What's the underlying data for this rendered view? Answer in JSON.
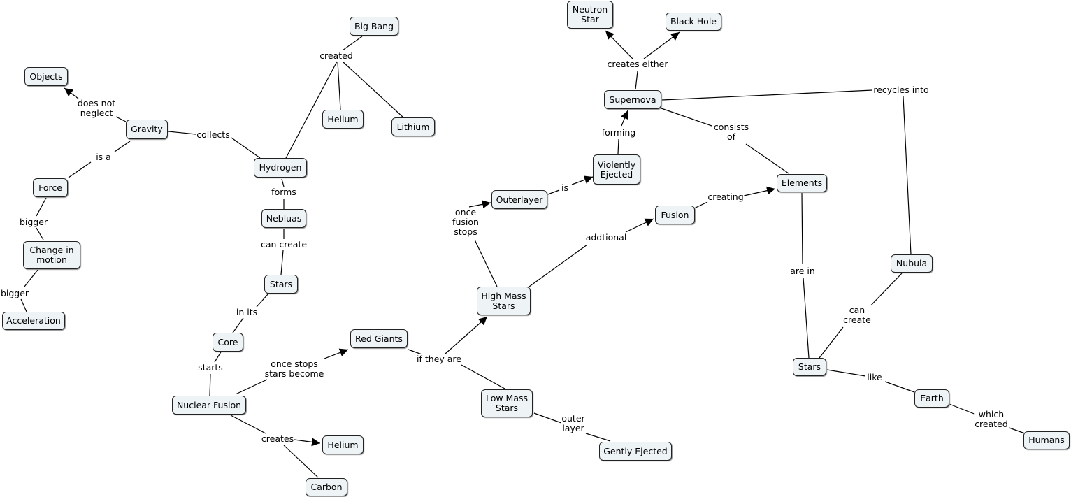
{
  "concepts": {
    "big_bang": "Big Bang",
    "objects": "Objects",
    "gravity": "Gravity",
    "helium_top": "Helium",
    "lithium": "Lithium",
    "hydrogen": "Hydrogen",
    "force": "Force",
    "nebluas": "Nebluas",
    "change_in_motion_1": "Change in",
    "change_in_motion_2": "motion",
    "stars_left": "Stars",
    "acceleration": "Acceleration",
    "core": "Core",
    "nuclear_fusion": "Nuclear Fusion",
    "helium_bottom": "Helium",
    "carbon": "Carbon",
    "red_giants": "Red Giants",
    "high_mass_1": "High Mass",
    "high_mass_2": "Stars",
    "low_mass_1": "Low Mass",
    "low_mass_2": "Stars",
    "gently_ejected": "Gently Ejected",
    "outerlayer": "Outerlayer",
    "violently_1": "Violently",
    "violently_2": "Ejected",
    "fusion": "Fusion",
    "neutron_1": "Neutron",
    "neutron_2": "Star",
    "black_hole": "Black Hole",
    "supernova": "Supernova",
    "elements": "Elements",
    "nubula": "Nubula",
    "stars_right": "Stars",
    "earth": "Earth",
    "humans": "Humans"
  },
  "links": {
    "created": "created",
    "does_not_1": "does not",
    "does_not_2": "neglect",
    "collects": "collects",
    "is_a": "is a",
    "bigger_1": "bigger",
    "bigger_2": "bigger",
    "forms": "forms",
    "can_create_left": "can create",
    "in_its": "in its",
    "starts": "starts",
    "creates": "creates",
    "once_stops_1": "once stops",
    "once_stops_2": "stars become",
    "if_they_are": "if they are",
    "outer_1": "outer",
    "outer_2": "layer",
    "once_fusion_1": "once",
    "once_fusion_2": "fusion",
    "once_fusion_3": "stops",
    "is": "is",
    "forming": "forming",
    "addtional": "addtional",
    "creating": "creating",
    "creates_either": "creates either",
    "consists_1": "consists",
    "consists_2": "of",
    "recycles_into": "recycles into",
    "are_in": "are in",
    "can_create_right_1": "can",
    "can_create_right_2": "create",
    "like": "like",
    "which_1": "which",
    "which_2": "created"
  },
  "colors": {
    "node_fill": "#eef3f6",
    "line": "#000000",
    "background": "#ffffff"
  }
}
